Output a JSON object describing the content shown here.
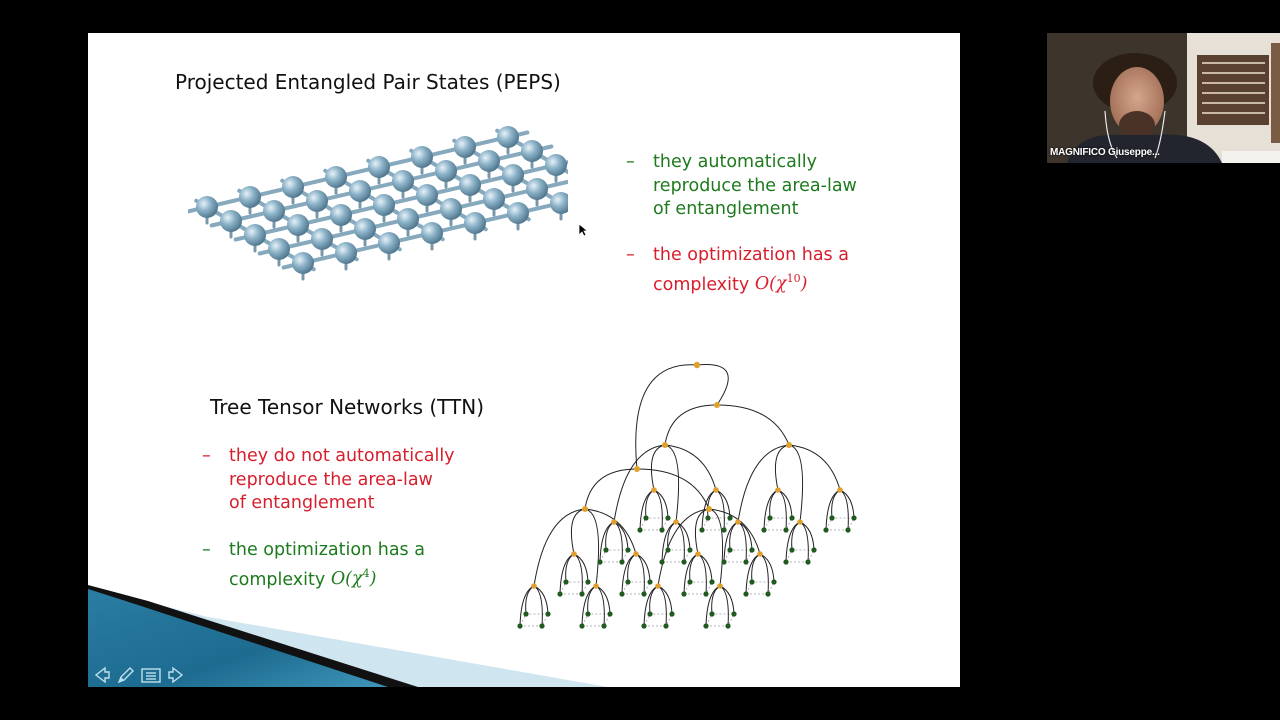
{
  "slide": {
    "peps_title": "Projected Entangled Pair States (PEPS)",
    "ttn_title": "Tree Tensor Networks (TTN)",
    "peps_bullets": [
      {
        "dash": "–",
        "lines": [
          "they automatically",
          "reproduce the area-law",
          "of entanglement"
        ],
        "color": "#1d7a1d"
      },
      {
        "dash": "–",
        "lines": [
          "the optimization has a"
        ],
        "prefix": "complexity ",
        "math": "O(χ",
        "exp": "10",
        "close": ")",
        "color": "#d81e2c"
      }
    ],
    "ttn_bullets": [
      {
        "dash": "–",
        "lines": [
          "they do not automatically",
          "reproduce the area-law",
          "of entanglement"
        ],
        "color": "#d81e2c"
      },
      {
        "dash": "–",
        "lines": [
          "the optimization has a"
        ],
        "prefix": "complexity ",
        "math": "O(χ",
        "exp": "4",
        "close": ")",
        "color": "#1d7a1d"
      }
    ]
  },
  "toolbar": {
    "icons": [
      "prev-arrow-icon",
      "pen-icon",
      "menu-icon",
      "next-arrow-icon"
    ]
  },
  "video": {
    "participant_name": "MAGNIFICO Giuseppe..."
  },
  "colors": {
    "green_text": "#1d7a1d",
    "red_text": "#d81e2c",
    "sphere": "#7fa5bd",
    "ttn_inner_node": "#e0a030",
    "ttn_leaf_node": "#1f5a1f"
  }
}
